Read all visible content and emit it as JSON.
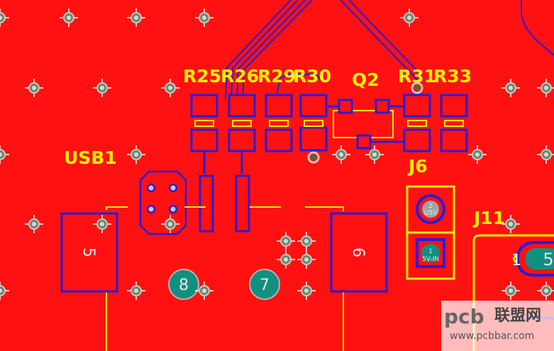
{
  "colors": {
    "copper": "#ff1111",
    "trace": "#2b1bd6",
    "silk": "#f5f000",
    "via_ring": "#c8c8c8",
    "via_hole": "#2e7d32",
    "pad_teal": "#138f80"
  },
  "labels": {
    "r25": "R25",
    "r26": "R26",
    "r29": "R29",
    "r30": "R30",
    "q2": "Q2",
    "r31": "R31",
    "r33": "R33",
    "usb1": "USB1",
    "j6": "J6",
    "j11": "J11"
  },
  "pads": {
    "usb_pad_5": "5",
    "usb_pad_6": "6",
    "pad_8": "8",
    "pad_7": "7",
    "j6_pin2_num": "2",
    "j6_pin2_net": "U5V",
    "j6_pin1_num": "1",
    "j6_pin1_net": "5V-IN",
    "j11_pin1": "1",
    "j11_pin2": "5"
  },
  "watermark": {
    "pcb": "pcb",
    "cn": "联盟网",
    "url": "www.pcbbar.com"
  }
}
